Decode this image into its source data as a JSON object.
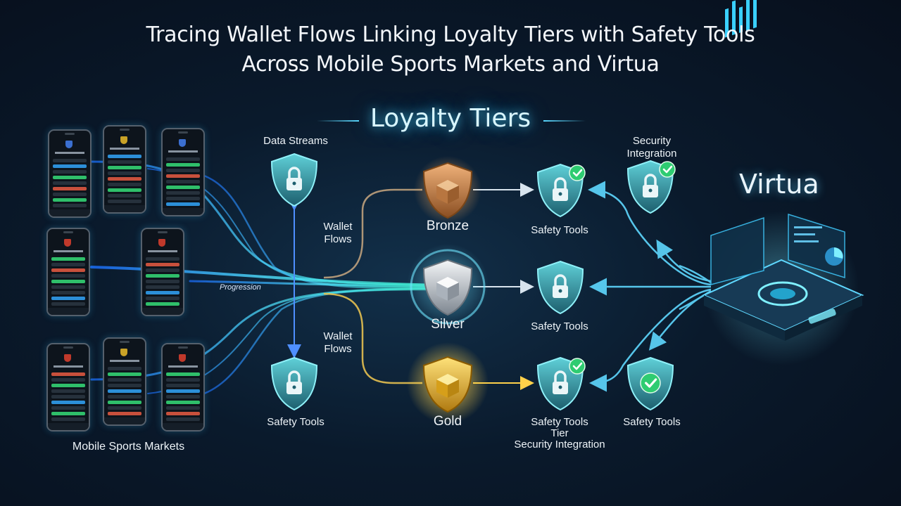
{
  "title": {
    "line1": "Tracing Wallet Flows Linking Loyalty Tiers with Safety Tools",
    "line2": "Across Mobile Sports Markets and Virtua"
  },
  "heading": "Loyalty Tiers",
  "labels": {
    "data_streams": "Data Streams",
    "wallet_flows": "Wallet Flows",
    "progression": "Progression",
    "mobile_sports_markets": "Mobile Sports Markets",
    "safety_tools": "Safety Tools",
    "security_integration": "Security Integration",
    "tier": "Tier",
    "virtua": "Virtua"
  },
  "tiers": [
    {
      "name": "Bronze",
      "color": "#c98a4e"
    },
    {
      "name": "Silver",
      "color": "#c9ced6"
    },
    {
      "name": "Gold",
      "color": "#e8b828"
    }
  ],
  "colors": {
    "accent": "#4fd6ff",
    "shield_teal": "#2f8f9a",
    "check_green": "#2ecc71",
    "flow_blue": "#3a8fff"
  },
  "icons": [
    "lock-shield-icon",
    "check-badge-icon",
    "smartphone-icon",
    "virtua-platform-icon"
  ]
}
